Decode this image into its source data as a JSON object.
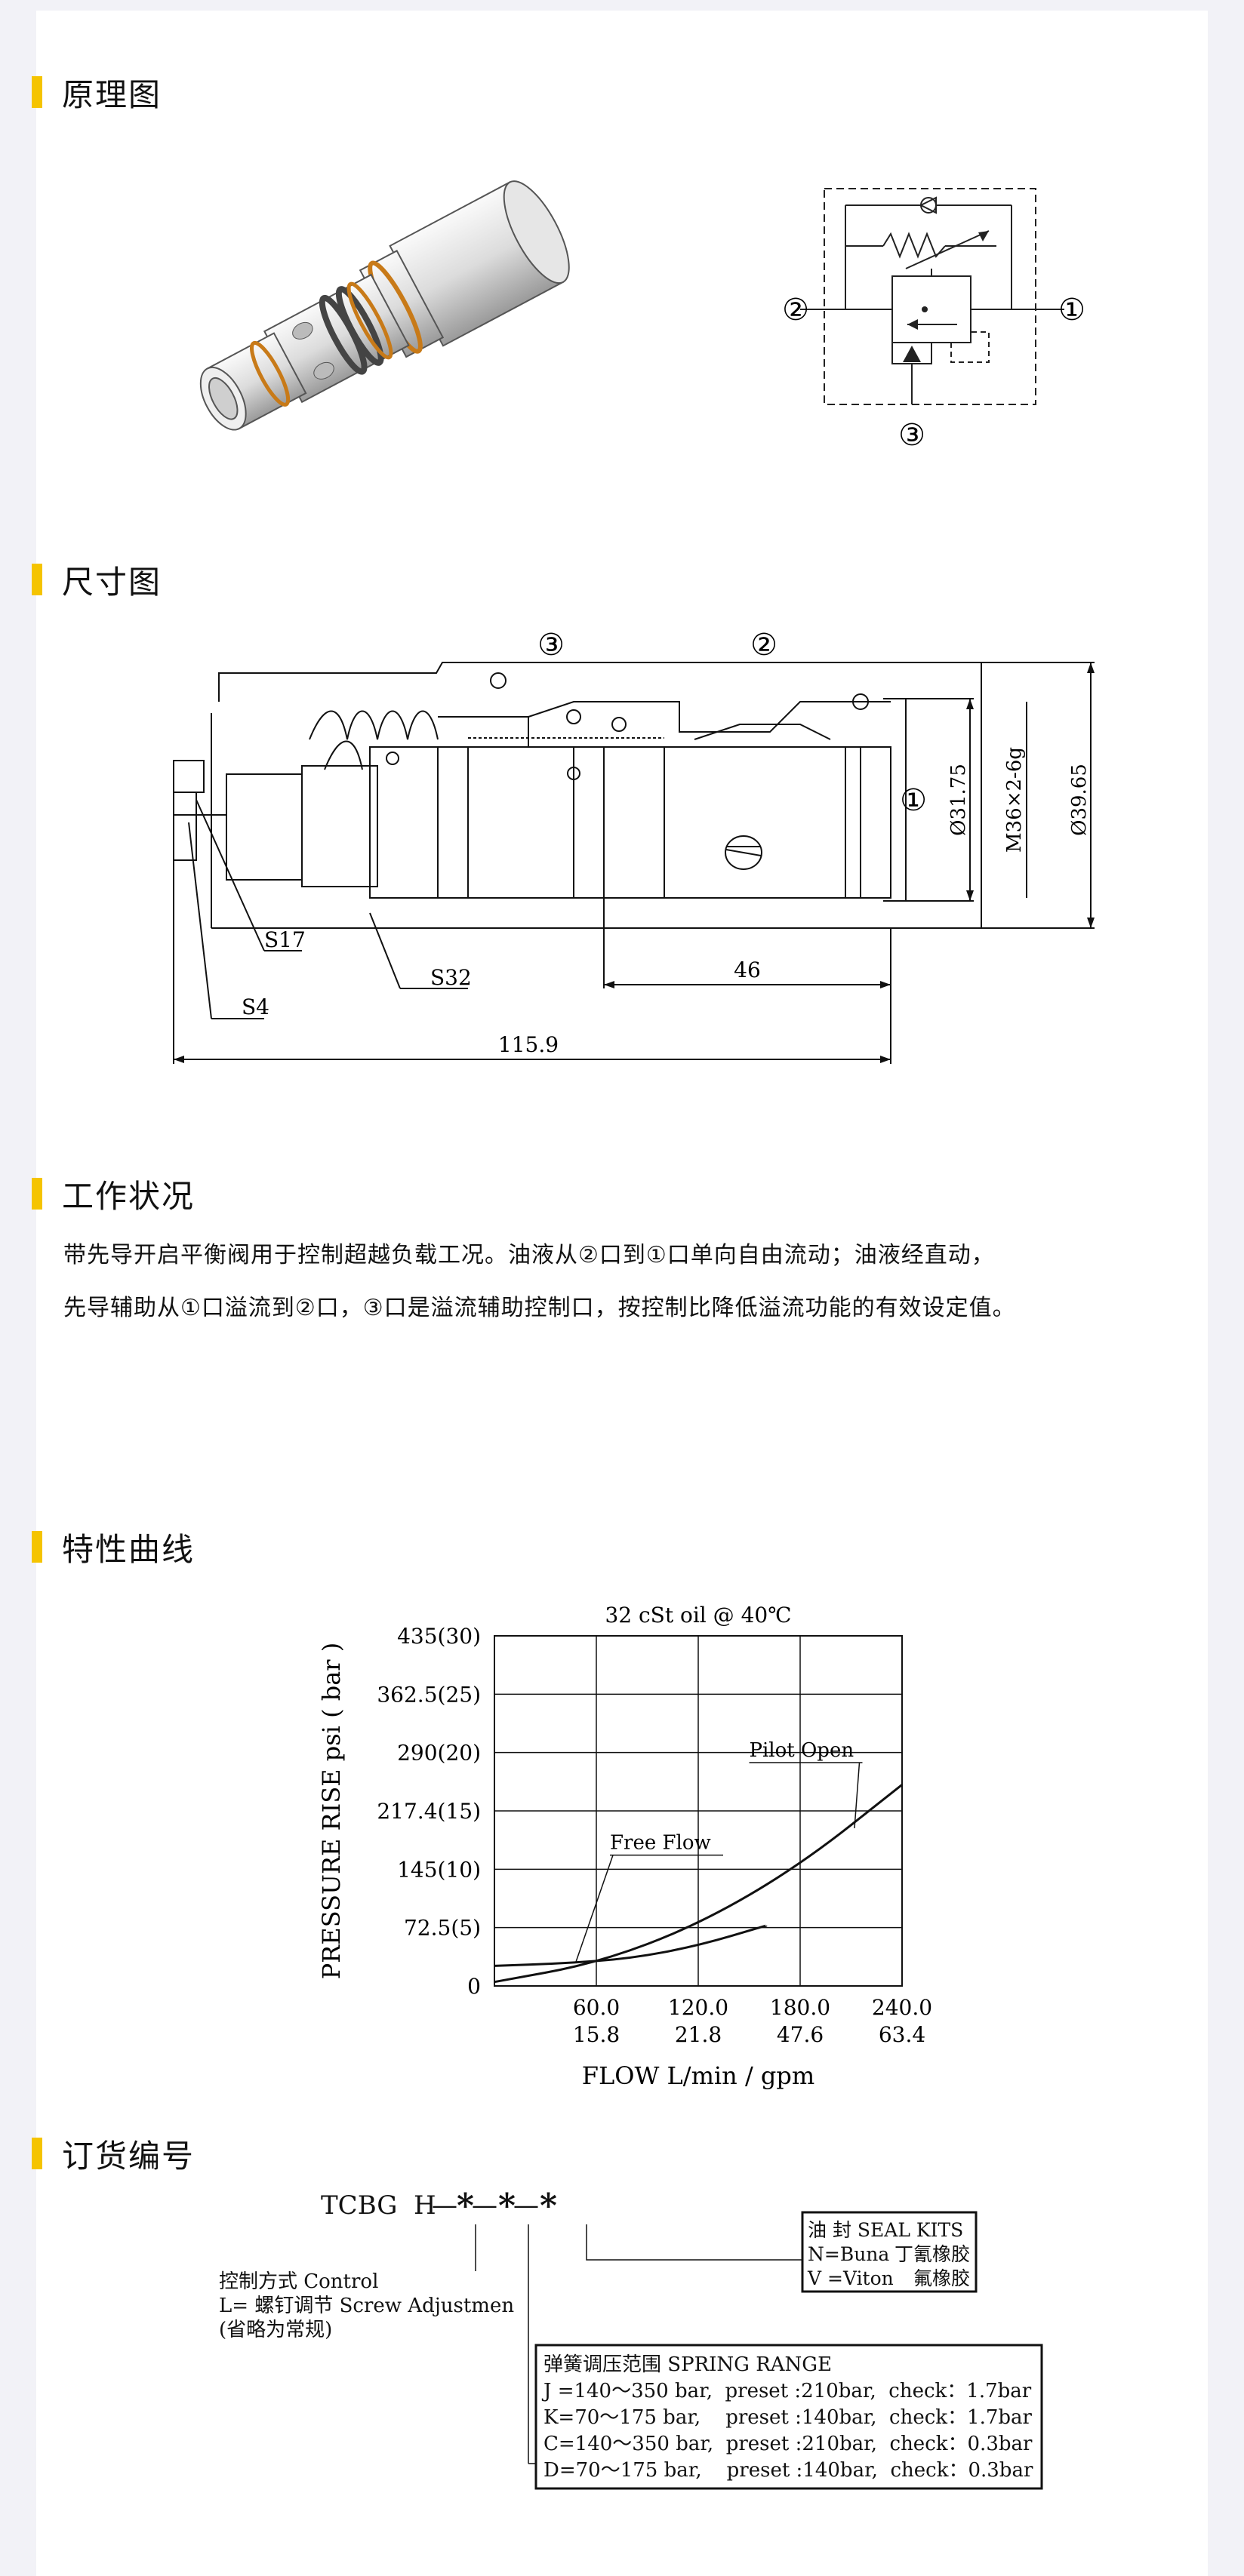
{
  "sections": {
    "principle": "原理图",
    "dimension": "尺寸图",
    "working": "工作状况",
    "curve": "特性曲线",
    "ordering": "订货编号"
  },
  "symbol": {
    "port1": "①",
    "port2": "②",
    "port3": "③"
  },
  "dimension": {
    "port3": "③",
    "port2": "②",
    "port1": "①",
    "d1": "Ø31.75",
    "thread": "M36×2-6g",
    "d2": "Ø39.65",
    "s17": "S17",
    "s32": "S32",
    "s4": "S4",
    "len46": "46",
    "len_total": "115.9"
  },
  "working": {
    "line1": "带先导开启平衡阀用于控制超越负载工况。油液从②口到①口单向自由流动；油液经直动，",
    "line2": "先导辅助从①口溢流到②口，③口是溢流辅助控制口，按控制比降低溢流功能的有效设定值。"
  },
  "chart_data": {
    "type": "line",
    "title": "32  cSt  oil  @  40℃",
    "ylabel": "PRESSURE RISE psi ( bar )",
    "xlabel": "FLOW L/min / gpm",
    "y_ticks": [
      "435(30)",
      "362.5(25)",
      "290(20)",
      "217.4(15)",
      "145(10)",
      "72.5(5)",
      "0"
    ],
    "x_ticks": [
      {
        "top": "60.0",
        "bottom": "15.8"
      },
      {
        "top": "120.0",
        "bottom": "21.8"
      },
      {
        "top": "180.0",
        "bottom": "47.6"
      },
      {
        "top": "240.0",
        "bottom": "63.4"
      }
    ],
    "xlim": [
      0,
      240
    ],
    "ylim": [
      0,
      435
    ],
    "grid": true,
    "series": [
      {
        "name": "Free Flow",
        "x": [
          0,
          40,
          80,
          120,
          160
        ],
        "y": [
          25,
          28,
          34,
          50,
          75
        ]
      },
      {
        "name": "Pilot Open",
        "x": [
          0,
          60,
          120,
          180,
          240
        ],
        "y": [
          5,
          28,
          76,
          150,
          250
        ]
      }
    ]
  },
  "ordering": {
    "code": {
      "prefix": "TCBG",
      "h": "H",
      "sep": "—",
      "star": "*"
    },
    "control": {
      "line1": "控制方式 Control",
      "line2": "L=   螺钉调节 Screw Adjustmen",
      "line3": "(省略为常规)"
    },
    "seal": {
      "title": "油   封 SEAL    KITS",
      "n_left": "N=Buna",
      "n_right": "丁氰橡胶",
      "v_left": "V =Viton",
      "v_right": "氟橡胶"
    },
    "spring": {
      "title": "弹簧调压范围 SPRING RANGE",
      "rows": [
        "J =140～350 bar,  preset :210bar,  check：1.7bar",
        "K=70～175 bar,    preset :140bar,  check：1.7bar",
        "C=140～350 bar,  preset :210bar,  check：0.3bar",
        "D=70～175 bar,    preset :140bar,  check：0.3bar"
      ]
    }
  }
}
